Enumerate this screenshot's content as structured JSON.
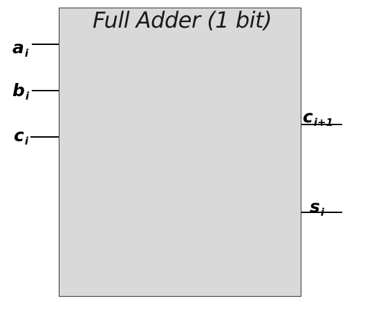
{
  "diagram": {
    "title": "Full Adder (1 bit)",
    "block_fill": "#d9d9d9",
    "inputs": [
      {
        "name": "a",
        "subscript": "i"
      },
      {
        "name": "b",
        "subscript": "i"
      },
      {
        "name": "c",
        "subscript": "i"
      }
    ],
    "outputs": [
      {
        "name": "c",
        "subscript": "i+1"
      },
      {
        "name": "s",
        "subscript": "i"
      }
    ]
  }
}
